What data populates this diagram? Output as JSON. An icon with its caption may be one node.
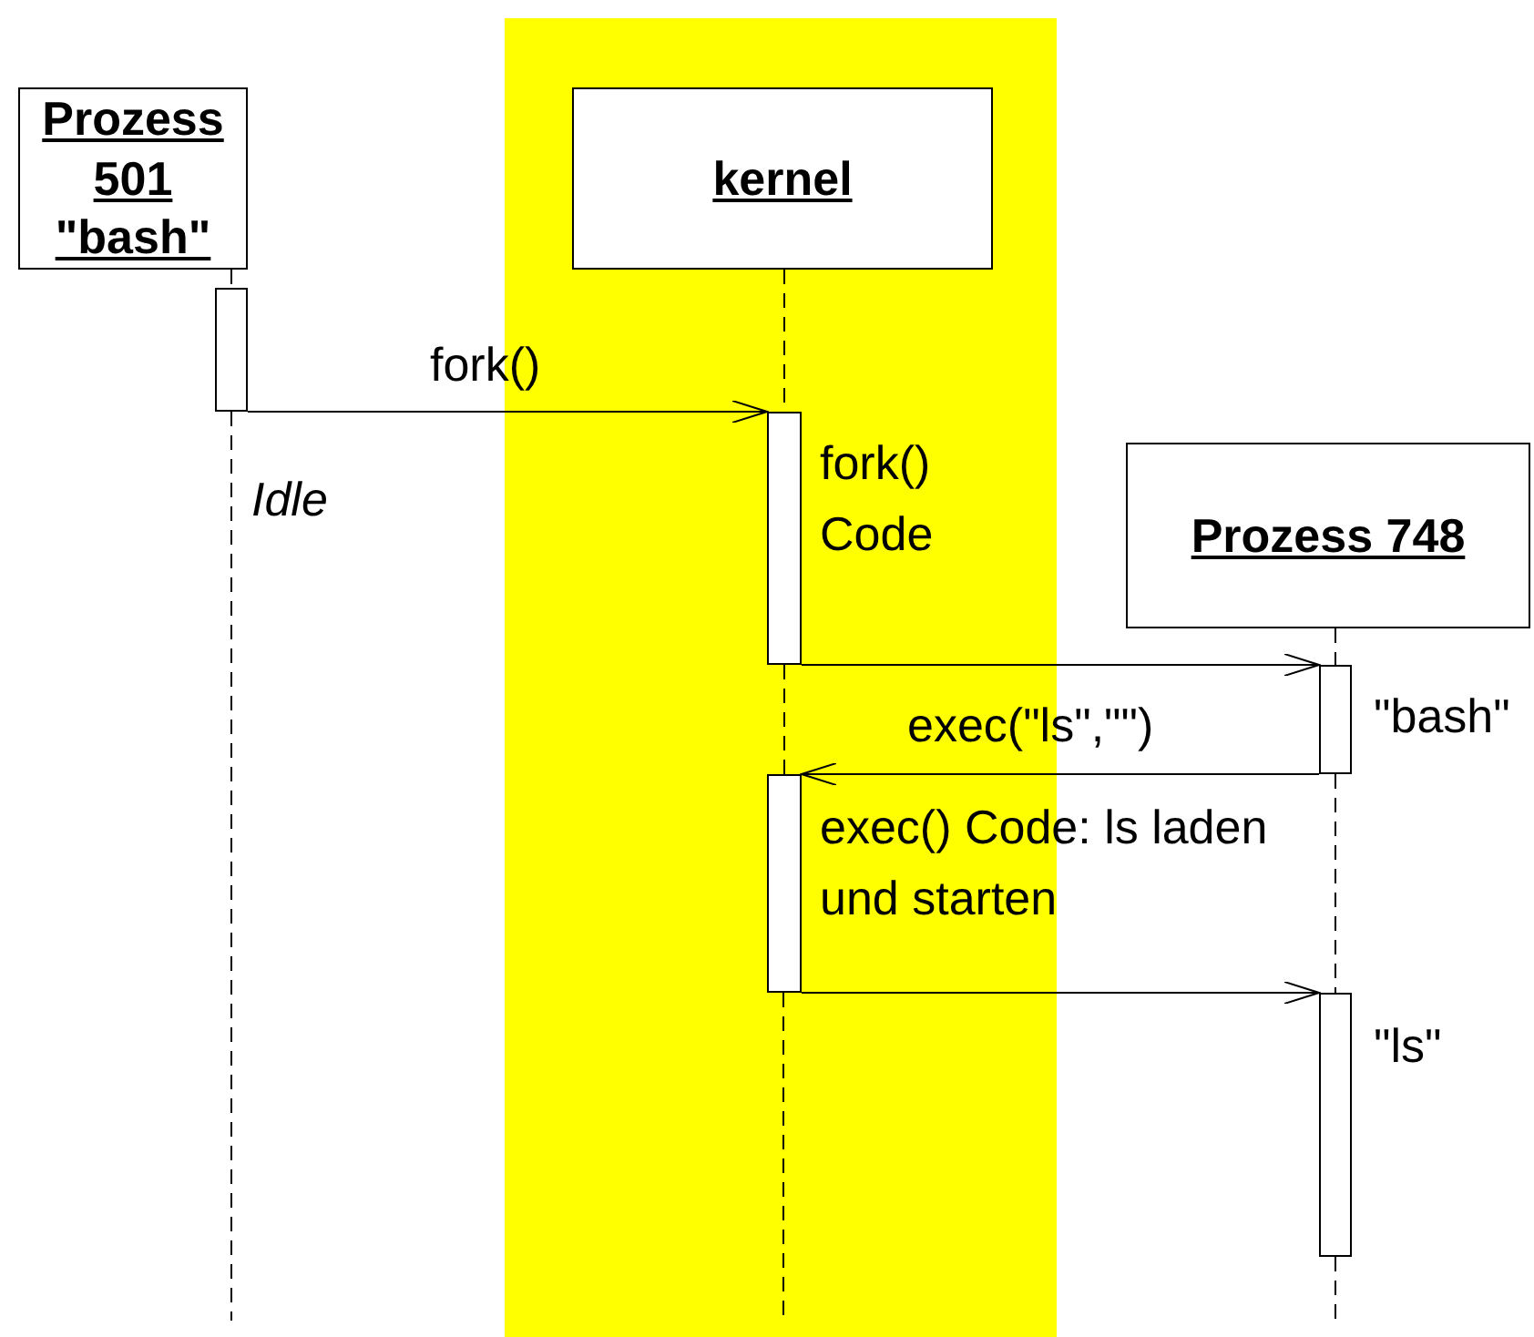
{
  "diagram": {
    "nodes": [
      {
        "text": [
          "Prozess 501 \"bash\""
        ]
      },
      {
        "text": [],
        "shape": "bar",
        "beside": [
          "Idle"
        ]
      },
      {
        "text": [
          "kernel"
        ]
      },
      {
        "text": [],
        "shape": "bar",
        "beside": [
          "fork() Code"
        ]
      },
      {
        "text": [
          "Prozess 748"
        ]
      },
      {
        "text": [],
        "shape": "bar",
        "beside": [
          "\"bash\""
        ]
      },
      {
        "text": [],
        "shape": "bar",
        "beside": [
          "exec() Code: ls laden und starten"
        ]
      },
      {
        "text": [],
        "shape": "bar",
        "beside": [
          "\"ls\""
        ]
      }
    ],
    "edges": [
      {
        "from": 1,
        "to": 3,
        "arrow": "to",
        "label": "fork()"
      },
      {
        "from": 3,
        "to": 5,
        "arrow": "to"
      },
      {
        "from": 5,
        "to": 6,
        "arrow": "to",
        "label": "exec(\"ls\",\"\")"
      },
      {
        "from": 6,
        "to": 7,
        "arrow": "to"
      },
      {
        "from": 0,
        "to": 1,
        "arrow": "none",
        "style": "dashed"
      },
      {
        "from": 2,
        "to": 3,
        "arrow": "none",
        "style": "dashed"
      },
      {
        "from": 3,
        "to": 6,
        "arrow": "none",
        "style": "dashed"
      },
      {
        "from": 4,
        "to": 5,
        "arrow": "none",
        "style": "dashed"
      },
      {
        "from": 5,
        "to": 7,
        "arrow": "none",
        "style": "dashed"
      }
    ]
  }
}
